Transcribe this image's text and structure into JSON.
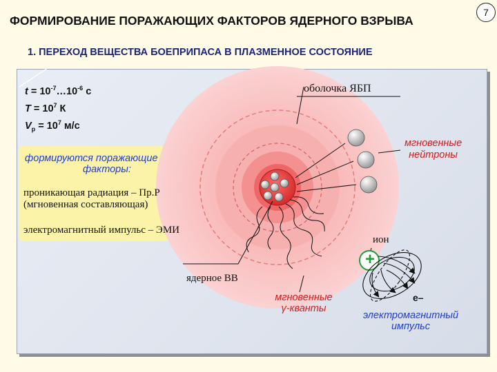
{
  "page_number": "7",
  "title": "ФОРМИРОВАНИЕ ПОРАЖАЮЩИХ ФАКТОРОВ ЯДЕРНОГО ВЗРЫВА",
  "subtitle": "1. ПЕРЕХОД ВЕЩЕСТВА БОЕПРИПАСА В ПЛАЗМЕННОЕ СОСТОЯНИЕ",
  "params": {
    "t_label": "t",
    "t_value": " = 10",
    "t_exp1": "-7",
    "t_mid": "…10",
    "t_exp2": "-6",
    "t_unit": " с",
    "T_label": "T",
    "T_value": " = 10",
    "T_exp": "7",
    "T_unit": " К",
    "V_label": "V",
    "V_sub": "р",
    "V_value": " = 10",
    "V_exp": "7",
    "V_unit": " м/с"
  },
  "labels": {
    "shell": "оболочка ЯБП",
    "neutrons_line1": "мгновенные",
    "neutrons_line2": "нейтроны",
    "factors_line1": "формируются поражающие",
    "factors_line2": "факторы:",
    "radiation_line1": "проникающая радиация – Пр.Р",
    "radiation_line2": "(мгновенная составляющая)",
    "emp": "электромагнитный импульс – ЭМИ",
    "ion": "ион",
    "ion_sign": "+",
    "nuclear_explosive": "ядерное ВВ",
    "gamma_line1": "мгновенные",
    "gamma_line2": "γ-кванты",
    "electron": "е–",
    "emp_pulse_line1": "электромагнитный",
    "emp_pulse_line2": "импульс"
  },
  "colors": {
    "background": "#fffbe6",
    "panel": "#e3e8f1",
    "fireball_outer": "#fbc6c6",
    "fireball_mid": "#f7a0a0",
    "core": "#e84545",
    "red_text": "#d81b1b",
    "blue_text": "#1f3fd6",
    "ion_green": "#1e9e3a",
    "highlight_yellow": "#fff59a"
  }
}
